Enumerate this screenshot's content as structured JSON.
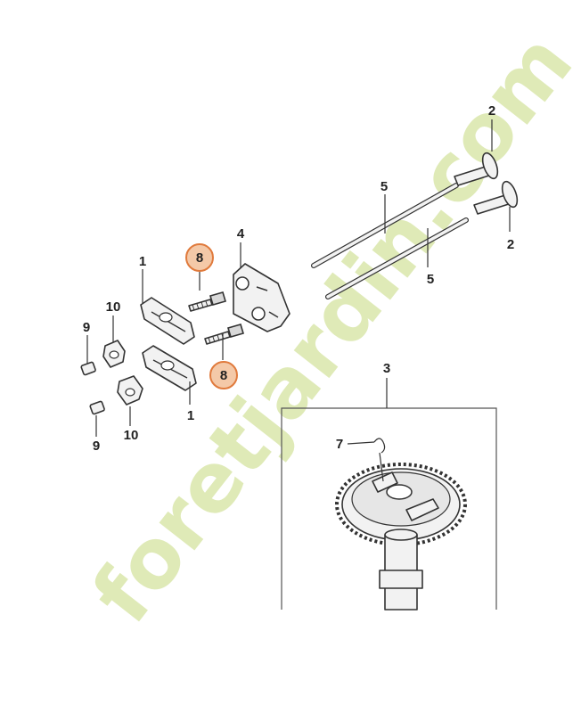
{
  "diagram": {
    "callouts": [
      {
        "id": "c2a",
        "label": "2"
      },
      {
        "id": "c2b",
        "label": "2"
      },
      {
        "id": "c5a",
        "label": "5"
      },
      {
        "id": "c5b",
        "label": "5"
      },
      {
        "id": "c4",
        "label": "4"
      },
      {
        "id": "c1a",
        "label": "1"
      },
      {
        "id": "c1b",
        "label": "1"
      },
      {
        "id": "c8a",
        "label": "8",
        "highlighted": true
      },
      {
        "id": "c8b",
        "label": "8",
        "highlighted": true
      },
      {
        "id": "c10a",
        "label": "10"
      },
      {
        "id": "c10b",
        "label": "10"
      },
      {
        "id": "c9a",
        "label": "9"
      },
      {
        "id": "c9b",
        "label": "9"
      },
      {
        "id": "c3",
        "label": "3"
      },
      {
        "id": "c7",
        "label": "7"
      }
    ],
    "highlight_color": "#f4c9a8",
    "highlight_stroke": "#e07a3c"
  },
  "watermark": {
    "text": "foretjardin.com",
    "color": "#d5e3a0"
  }
}
